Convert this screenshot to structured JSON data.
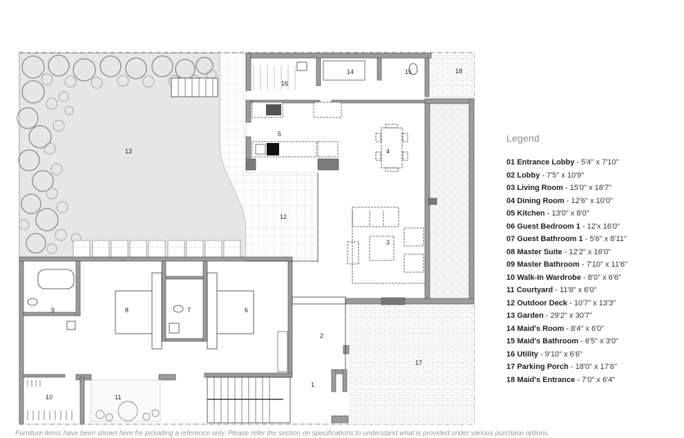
{
  "legend": {
    "title": "Legend",
    "items": [
      {
        "num": "01",
        "name": "Entrance Lobby",
        "dim": "5'4\" x 7'10\""
      },
      {
        "num": "02",
        "name": "Lobby",
        "dim": "7'5\" x 10'9\""
      },
      {
        "num": "03",
        "name": "Living Room",
        "dim": "15'0\" x 18'7\""
      },
      {
        "num": "04",
        "name": "Dining Room",
        "dim": "12'6\" x 10'0\""
      },
      {
        "num": "05",
        "name": "Kitchen",
        "dim": "13'0\" x 8'0\""
      },
      {
        "num": "06",
        "name": "Guest Bedroom 1",
        "dim": "12'x 16'0\""
      },
      {
        "num": "07",
        "name": "Guest Bathroom 1",
        "dim": "5'6\" x 8'11\""
      },
      {
        "num": "08",
        "name": "Master Suite",
        "dim": "12'2\" x 16'0\""
      },
      {
        "num": "09",
        "name": "Master Bathroom",
        "dim": "7'10\" x 11'6\""
      },
      {
        "num": "10",
        "name": "Walk-In Wardrobe",
        "dim": "8'0\" x 6'6\""
      },
      {
        "num": "11",
        "name": "Courtyard",
        "dim": "11'8\" x 6'0\""
      },
      {
        "num": "12",
        "name": "Outdoor Deck",
        "dim": "10'7\" x 13'3\""
      },
      {
        "num": "13",
        "name": "Garden",
        "dim": "29'2\" x 30'7\""
      },
      {
        "num": "14",
        "name": "Maid's Room",
        "dim": "8'4\" x 6'0\""
      },
      {
        "num": "15",
        "name": "Maid's Bathroom",
        "dim": "6'5\" x 3'0\""
      },
      {
        "num": "16",
        "name": "Utility",
        "dim": "9'10\" x 6'6\""
      },
      {
        "num": "17",
        "name": "Parking Porch",
        "dim": "18'0\" x 17'6\""
      },
      {
        "num": "18",
        "name": "Maid's Entrance",
        "dim": "7'0\" x 6'4\""
      }
    ]
  },
  "plan": {
    "room_labels": {
      "r1": "1",
      "r2": "2",
      "r3": "3",
      "r4": "4",
      "r5": "5",
      "r6": "6",
      "r7": "7",
      "r8": "8",
      "r9": "9",
      "r10": "10",
      "r11": "11",
      "r12": "12",
      "r13": "13",
      "r14": "14",
      "r15": "15",
      "r16": "16",
      "r17": "17",
      "r18": "18"
    }
  },
  "footnote": "Furniture items have been shown here for providing a reference only. Please refer the section on specifications to understand what is provided under various purchase options.",
  "colors": {
    "wall": "#6e6e6e",
    "wall_fill": "#9b9b9b",
    "garden_fill": "#e6e6e6",
    "tile_line": "#d4d4d4",
    "legend_title": "#8a8a8a"
  }
}
